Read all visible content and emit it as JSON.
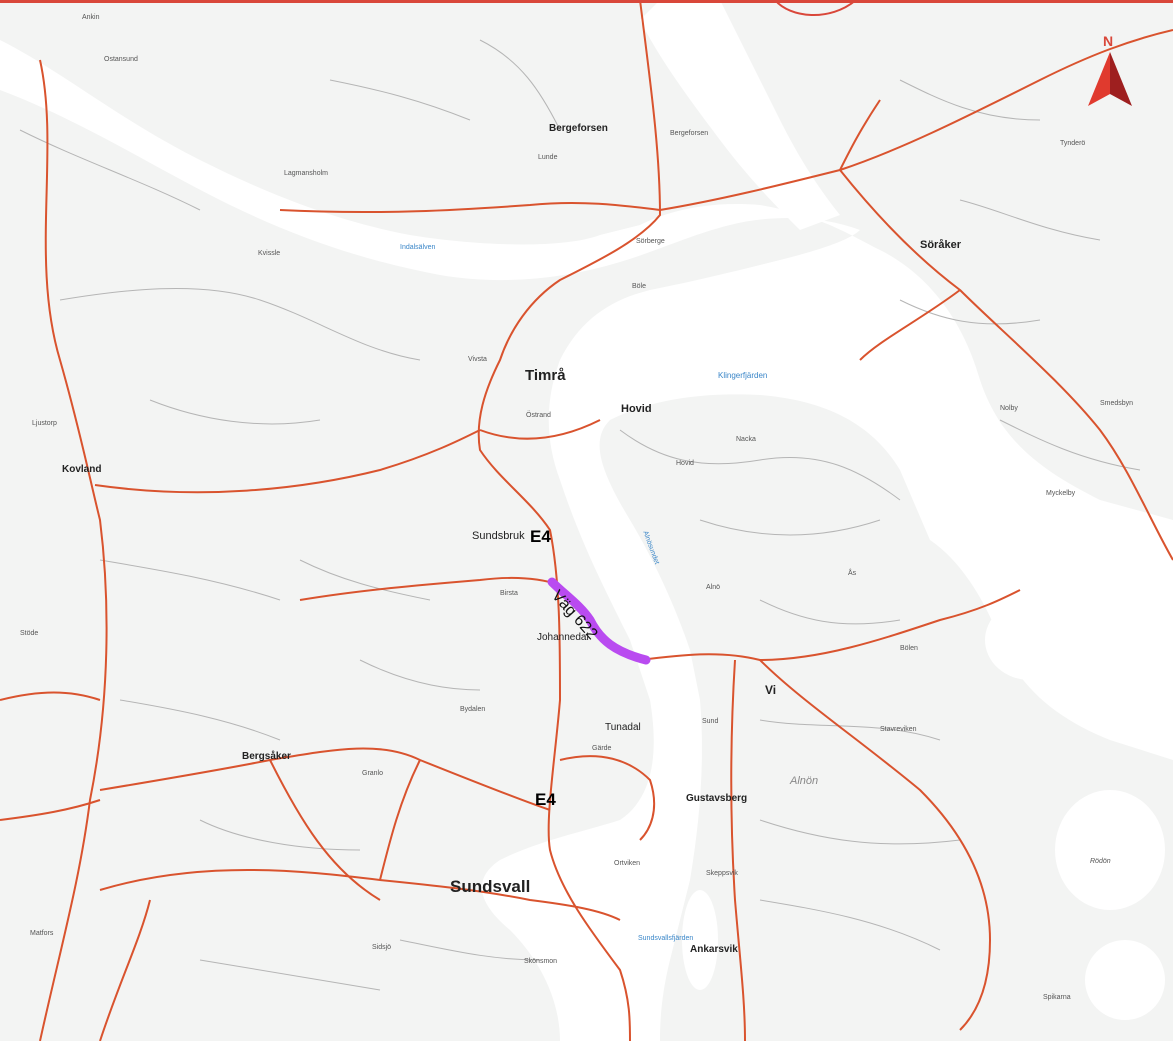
{
  "colors": {
    "land": "#f3f4f3",
    "water": "#ffffff",
    "major_road": "#d9532e",
    "minor_road": "#b5b5b5",
    "route": "#b94bf0",
    "north_arrow_dark": "#9e1f1f",
    "north_arrow_light": "#e03a2e",
    "frame": "#d9473a"
  },
  "north_arrow": {
    "letter": "N",
    "icon": "north-arrow-icon"
  },
  "route": {
    "label": "Väg 622"
  },
  "road_labels": [
    "E4",
    "E4"
  ],
  "towns": {
    "sundsvall": "Sundsvall",
    "timra": "Timrå",
    "soraker": "Söråker",
    "hovid": "Hovid",
    "vi": "Vi",
    "kovland": "Kovland",
    "bergsaker": "Bergsåker",
    "gustavsberg": "Gustavsberg",
    "ankarsvik": "Ankarsvik",
    "bergeforsen": "Bergeforsen",
    "sundsbruk": "Sundsbruk",
    "johannedal": "Johannedal",
    "tunadal": "Tunadal"
  },
  "water_labels": {
    "klingerfjarden": "Klingerfjärden",
    "sundsvallsfjarden": "Sundsvallsfjärden",
    "indalsalven": "Indalsälven",
    "alnosundet": "Alnösundet"
  },
  "small_labels": {
    "l1": "Ankin",
    "l2": "Ostansund",
    "l3": "Bergeforsen",
    "l4": "Lunde",
    "l5": "Lagmansholm",
    "l6": "Kvissle",
    "l7": "Sörberge",
    "l8": "Böle",
    "l9": "Vivsta",
    "l10": "Östrand",
    "l11": "Ljustorp",
    "l12": "Tynderö",
    "l13": "Alnö",
    "l14": "Stöde",
    "l15": "Matfors",
    "l16": "Nacka",
    "l17": "Hovid",
    "l18": "Sund",
    "l19": "Bölen",
    "l20": "Spikarna",
    "l21": "Rödön",
    "l22": "Alnön",
    "l23": "Skeppsvik",
    "l24": "Ortviken",
    "l25": "Skönsmon",
    "l26": "Sidsjö",
    "l27": "Granlo",
    "l28": "Bydalen",
    "l29": "Birsta",
    "l30": "Gärde",
    "l31": "Stavreviken",
    "l32": "Ås",
    "l33": "Nolby",
    "l34": "Smedsbyn",
    "l35": "Myckelby"
  }
}
